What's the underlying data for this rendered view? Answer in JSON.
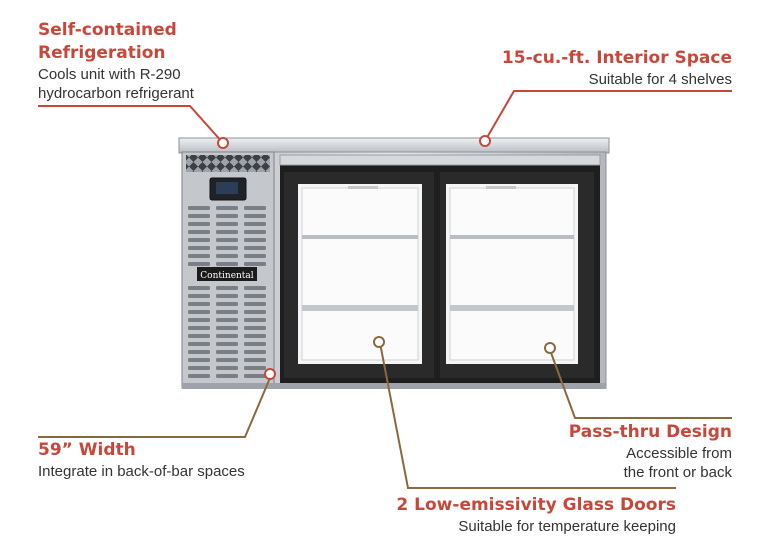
{
  "callouts": {
    "refrigeration": {
      "title_line1": "Self-contained",
      "title_line2": "Refrigeration",
      "desc_line1": "Cools unit with R-290",
      "desc_line2": "hydrocarbon refrigerant"
    },
    "interior": {
      "title": "15-cu.-ft. Interior Space",
      "desc": "Suitable for 4 shelves"
    },
    "width": {
      "title": "59” Width",
      "desc": "Integrate in back-of-bar spaces"
    },
    "passthru": {
      "title": "Pass-thru Design",
      "desc_line1": "Accessible from",
      "desc_line2": "the front or back"
    },
    "glass": {
      "title": "2 Low-emissivity Glass Doors",
      "desc": "Suitable for temperature keeping"
    }
  },
  "product": {
    "brand": "Continental"
  },
  "colors": {
    "accent_title": "#c8473a",
    "leader_red": "#c8473a",
    "leader_brown": "#8a6a3c",
    "steel": "#c9ccd1",
    "frame_dark": "#2a2a2a"
  }
}
